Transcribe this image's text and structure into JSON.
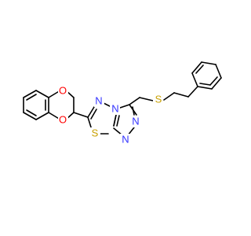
{
  "molecule": {
    "atom_labels": {
      "o_upper": "O",
      "o_lower": "O",
      "n_thiadiazole": "N",
      "n_bridge": "N",
      "s_thiadiazole": "S",
      "n_triazole_lower": "N",
      "n_triazole_right": "N",
      "s_thioether": "S"
    },
    "colors": {
      "bond": "#000000",
      "nitrogen": "#3333ff",
      "oxygen": "#ff0000",
      "sulfur": "#c8a000",
      "background": "#ffffff"
    }
  }
}
